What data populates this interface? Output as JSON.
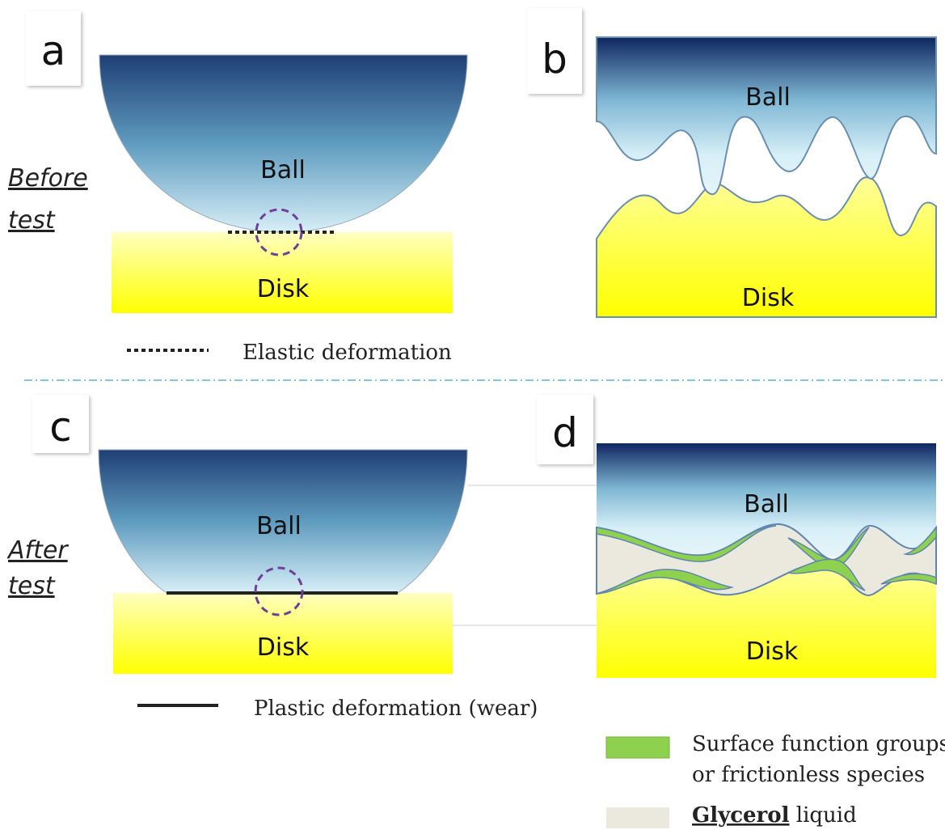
{
  "panels": {
    "a": {
      "label": "a",
      "ball": "Ball",
      "disk": "Disk"
    },
    "b": {
      "label": "b",
      "ball": "Ball",
      "disk": "Disk"
    },
    "c": {
      "label": "c",
      "ball": "Ball",
      "disk": "Disk"
    },
    "d": {
      "label": "d",
      "ball": "Ball",
      "disk": "Disk"
    }
  },
  "side_labels": {
    "before_line1": "Before",
    "before_line2": "test",
    "after_line1": "After",
    "after_line2": "test"
  },
  "legends": {
    "elastic": "Elastic deformation",
    "plastic": "Plastic deformation (wear)",
    "surface_line1": "Surface function groups",
    "surface_line2": "or frictionless species",
    "glycerol_bold": "Glycerol",
    "glycerol_rest": " liquid"
  },
  "colors": {
    "ball_dark": "#1f3f74",
    "ball_light": "#d6eef7",
    "disk_bright": "#ffff00",
    "disk_pale": "#ffffb8",
    "green": "#8dd14f",
    "glycerol": "#ebe8dd",
    "circle": "#6f3f9a"
  }
}
